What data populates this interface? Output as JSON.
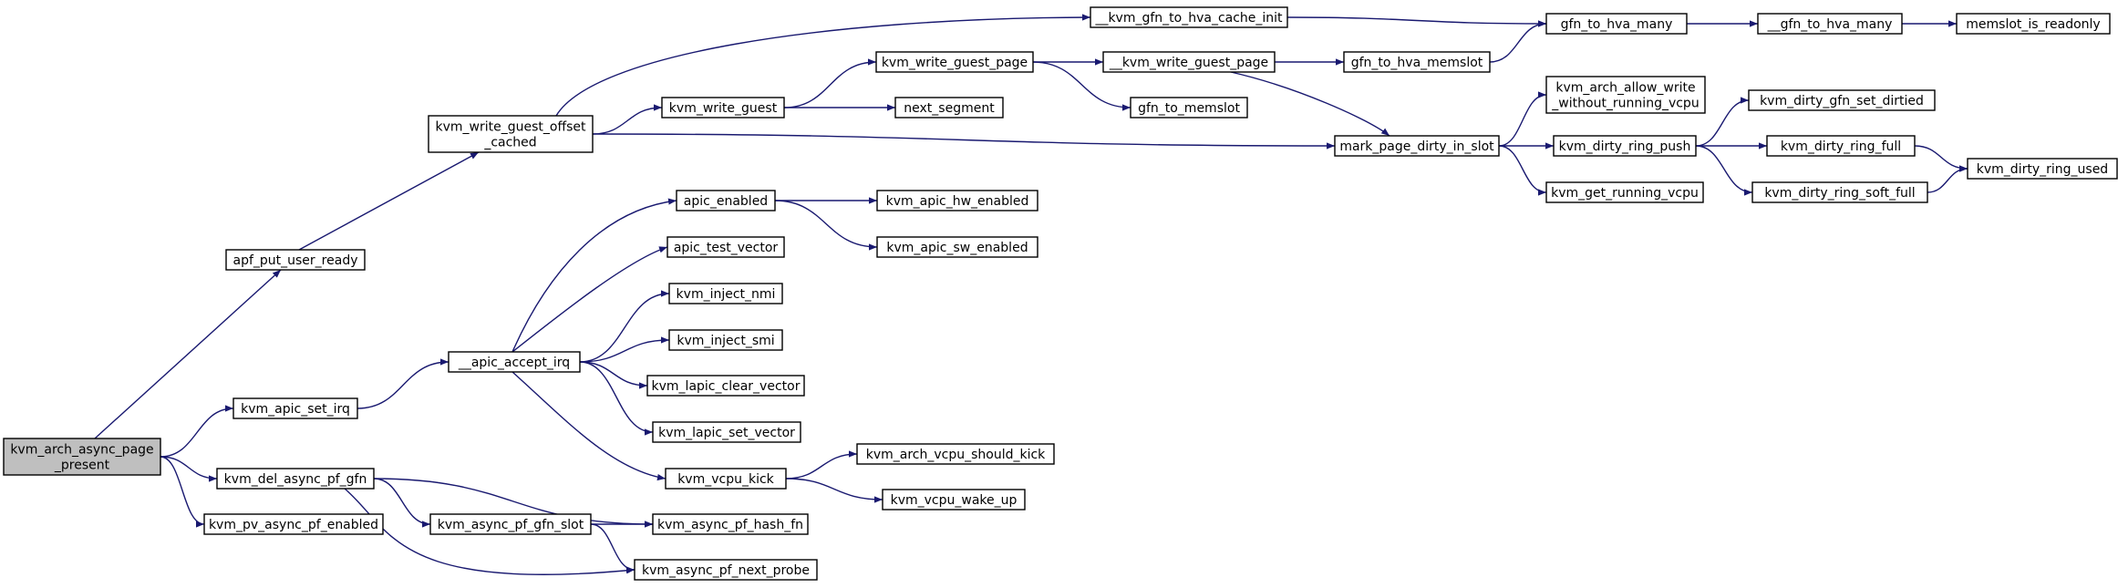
{
  "graph": {
    "root": "kvm_arch_async_page_present",
    "colors": {
      "node_fill": "#ffffff",
      "root_fill": "#bfbfbf",
      "edge": "#191970",
      "border": "#000000"
    },
    "nodes": [
      {
        "id": "root",
        "lines": [
          "kvm_arch_async_page",
          "_present"
        ],
        "root": true
      },
      {
        "id": "apf_put_user_ready",
        "lines": [
          "apf_put_user_ready"
        ]
      },
      {
        "id": "kvm_write_guest_offset_cached",
        "lines": [
          "kvm_write_guest_offset",
          "_cached"
        ]
      },
      {
        "id": "kvm_write_guest",
        "lines": [
          "kvm_write_guest"
        ]
      },
      {
        "id": "kvm_write_guest_page",
        "lines": [
          "kvm_write_guest_page"
        ]
      },
      {
        "id": "kvm_gfn_to_hva_cache_init",
        "lines": [
          "__kvm_gfn_to_hva_cache_init"
        ]
      },
      {
        "id": "__kvm_write_guest_page",
        "lines": [
          "__kvm_write_guest_page"
        ]
      },
      {
        "id": "gfn_to_memslot",
        "lines": [
          "gfn_to_memslot"
        ]
      },
      {
        "id": "next_segment",
        "lines": [
          "next_segment"
        ]
      },
      {
        "id": "gfn_to_hva_many",
        "lines": [
          "gfn_to_hva_many"
        ]
      },
      {
        "id": "__gfn_to_hva_many",
        "lines": [
          "__gfn_to_hva_many"
        ]
      },
      {
        "id": "memslot_is_readonly",
        "lines": [
          "memslot_is_readonly"
        ]
      },
      {
        "id": "gfn_to_hva_memslot",
        "lines": [
          "gfn_to_hva_memslot"
        ]
      },
      {
        "id": "mark_page_dirty_in_slot",
        "lines": [
          "mark_page_dirty_in_slot"
        ]
      },
      {
        "id": "kvm_arch_allow_write",
        "lines": [
          "kvm_arch_allow_write",
          "_without_running_vcpu"
        ]
      },
      {
        "id": "kvm_dirty_ring_push",
        "lines": [
          "kvm_dirty_ring_push"
        ]
      },
      {
        "id": "kvm_get_running_vcpu",
        "lines": [
          "kvm_get_running_vcpu"
        ]
      },
      {
        "id": "kvm_dirty_gfn_set_dirtied",
        "lines": [
          "kvm_dirty_gfn_set_dirtied"
        ]
      },
      {
        "id": "kvm_dirty_ring_full",
        "lines": [
          "kvm_dirty_ring_full"
        ]
      },
      {
        "id": "kvm_dirty_ring_soft_full",
        "lines": [
          "kvm_dirty_ring_soft_full"
        ]
      },
      {
        "id": "kvm_dirty_ring_used",
        "lines": [
          "kvm_dirty_ring_used"
        ]
      },
      {
        "id": "kvm_apic_set_irq",
        "lines": [
          "kvm_apic_set_irq"
        ]
      },
      {
        "id": "__apic_accept_irq",
        "lines": [
          "__apic_accept_irq"
        ]
      },
      {
        "id": "apic_enabled",
        "lines": [
          "apic_enabled"
        ]
      },
      {
        "id": "kvm_apic_hw_enabled",
        "lines": [
          "kvm_apic_hw_enabled"
        ]
      },
      {
        "id": "kvm_apic_sw_enabled",
        "lines": [
          "kvm_apic_sw_enabled"
        ]
      },
      {
        "id": "apic_test_vector",
        "lines": [
          "apic_test_vector"
        ]
      },
      {
        "id": "kvm_inject_nmi",
        "lines": [
          "kvm_inject_nmi"
        ]
      },
      {
        "id": "kvm_inject_smi",
        "lines": [
          "kvm_inject_smi"
        ]
      },
      {
        "id": "kvm_lapic_clear_vector",
        "lines": [
          "kvm_lapic_clear_vector"
        ]
      },
      {
        "id": "kvm_lapic_set_vector",
        "lines": [
          "kvm_lapic_set_vector"
        ]
      },
      {
        "id": "kvm_vcpu_kick",
        "lines": [
          "kvm_vcpu_kick"
        ]
      },
      {
        "id": "kvm_arch_vcpu_should_kick",
        "lines": [
          "kvm_arch_vcpu_should_kick"
        ]
      },
      {
        "id": "kvm_vcpu_wake_up",
        "lines": [
          "kvm_vcpu_wake_up"
        ]
      },
      {
        "id": "kvm_del_async_pf_gfn",
        "lines": [
          "kvm_del_async_pf_gfn"
        ]
      },
      {
        "id": "kvm_async_pf_gfn_slot",
        "lines": [
          "kvm_async_pf_gfn_slot"
        ]
      },
      {
        "id": "kvm_async_pf_hash_fn",
        "lines": [
          "kvm_async_pf_hash_fn"
        ]
      },
      {
        "id": "kvm_async_pf_next_probe",
        "lines": [
          "kvm_async_pf_next_probe"
        ]
      },
      {
        "id": "kvm_pv_async_pf_enabled",
        "lines": [
          "kvm_pv_async_pf_enabled"
        ]
      }
    ],
    "edges": [
      [
        "root",
        "apf_put_user_ready"
      ],
      [
        "root",
        "kvm_apic_set_irq"
      ],
      [
        "root",
        "kvm_del_async_pf_gfn"
      ],
      [
        "root",
        "kvm_pv_async_pf_enabled"
      ],
      [
        "apf_put_user_ready",
        "kvm_write_guest_offset_cached"
      ],
      [
        "kvm_write_guest_offset_cached",
        "kvm_gfn_to_hva_cache_init"
      ],
      [
        "kvm_write_guest_offset_cached",
        "kvm_write_guest"
      ],
      [
        "kvm_write_guest_offset_cached",
        "mark_page_dirty_in_slot"
      ],
      [
        "kvm_write_guest",
        "kvm_write_guest_page"
      ],
      [
        "kvm_write_guest",
        "next_segment"
      ],
      [
        "kvm_write_guest_page",
        "__kvm_write_guest_page"
      ],
      [
        "kvm_write_guest_page",
        "gfn_to_memslot"
      ],
      [
        "kvm_gfn_to_hva_cache_init",
        "gfn_to_hva_many"
      ],
      [
        "__kvm_write_guest_page",
        "gfn_to_hva_memslot"
      ],
      [
        "__kvm_write_guest_page",
        "mark_page_dirty_in_slot"
      ],
      [
        "gfn_to_hva_memslot",
        "gfn_to_hva_many"
      ],
      [
        "gfn_to_hva_many",
        "__gfn_to_hva_many"
      ],
      [
        "__gfn_to_hva_many",
        "memslot_is_readonly"
      ],
      [
        "mark_page_dirty_in_slot",
        "kvm_arch_allow_write"
      ],
      [
        "mark_page_dirty_in_slot",
        "kvm_dirty_ring_push"
      ],
      [
        "mark_page_dirty_in_slot",
        "kvm_get_running_vcpu"
      ],
      [
        "kvm_dirty_ring_push",
        "kvm_dirty_gfn_set_dirtied"
      ],
      [
        "kvm_dirty_ring_push",
        "kvm_dirty_ring_full"
      ],
      [
        "kvm_dirty_ring_push",
        "kvm_dirty_ring_soft_full"
      ],
      [
        "kvm_dirty_ring_full",
        "kvm_dirty_ring_used"
      ],
      [
        "kvm_dirty_ring_soft_full",
        "kvm_dirty_ring_used"
      ],
      [
        "kvm_apic_set_irq",
        "__apic_accept_irq"
      ],
      [
        "__apic_accept_irq",
        "apic_enabled"
      ],
      [
        "__apic_accept_irq",
        "apic_test_vector"
      ],
      [
        "__apic_accept_irq",
        "kvm_inject_nmi"
      ],
      [
        "__apic_accept_irq",
        "kvm_inject_smi"
      ],
      [
        "__apic_accept_irq",
        "kvm_lapic_clear_vector"
      ],
      [
        "__apic_accept_irq",
        "kvm_lapic_set_vector"
      ],
      [
        "__apic_accept_irq",
        "kvm_vcpu_kick"
      ],
      [
        "apic_enabled",
        "kvm_apic_hw_enabled"
      ],
      [
        "apic_enabled",
        "kvm_apic_sw_enabled"
      ],
      [
        "kvm_vcpu_kick",
        "kvm_arch_vcpu_should_kick"
      ],
      [
        "kvm_vcpu_kick",
        "kvm_vcpu_wake_up"
      ],
      [
        "kvm_del_async_pf_gfn",
        "kvm_async_pf_gfn_slot"
      ],
      [
        "kvm_del_async_pf_gfn",
        "kvm_async_pf_hash_fn"
      ],
      [
        "kvm_del_async_pf_gfn",
        "kvm_async_pf_next_probe"
      ],
      [
        "kvm_async_pf_gfn_slot",
        "kvm_async_pf_hash_fn"
      ],
      [
        "kvm_async_pf_gfn_slot",
        "kvm_async_pf_next_probe"
      ]
    ]
  }
}
